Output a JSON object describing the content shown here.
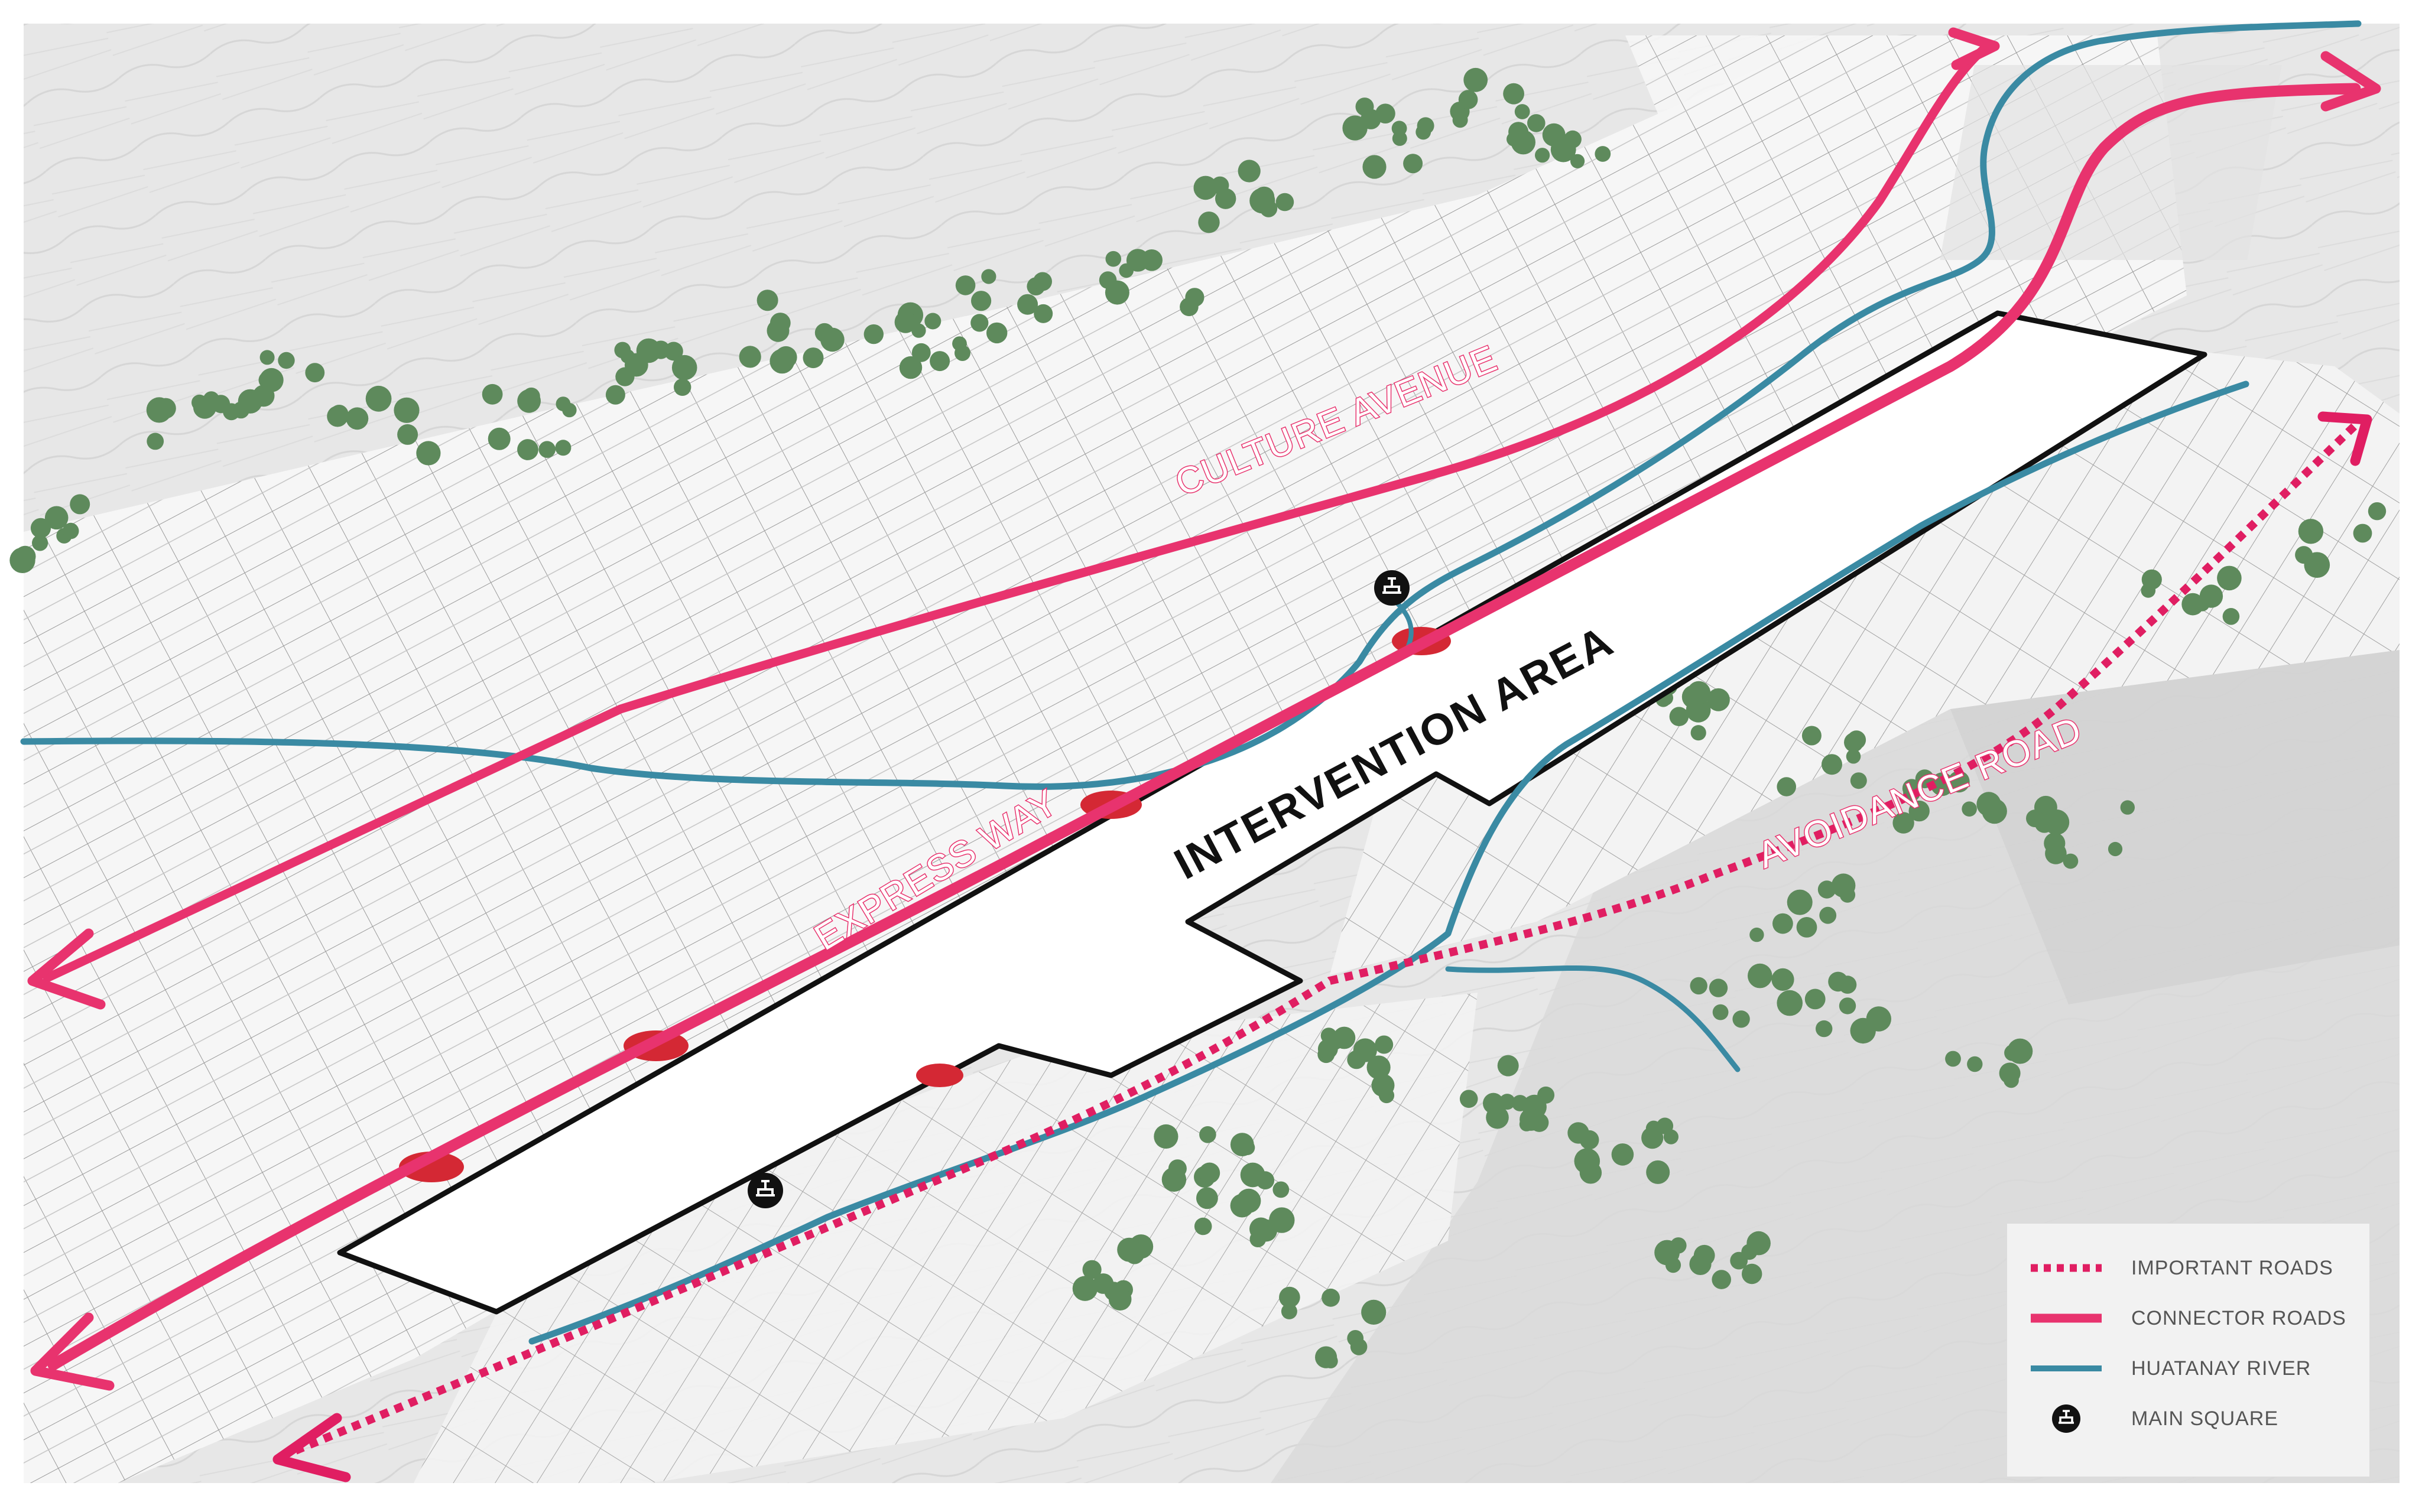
{
  "labels": {
    "culture_avenue": "CULTURE AVENUE",
    "express_way": "EXPRESS WAY",
    "avoidance_road": "AVOIDANCE ROAD",
    "intervention_area": "INTERVENTION AREA"
  },
  "legend": {
    "important_roads": "IMPORTANT ROADS",
    "connector_roads": "CONNECTOR ROADS",
    "huatanay_river": "HUATANAY RIVER",
    "main_square": "MAIN SQUARE"
  },
  "colors": {
    "connector_road": "#e8336e",
    "important_road": "#e01e62",
    "river": "#3a8aa3",
    "trees": "#5e8a5c",
    "intervention_outline": "#111111",
    "terrain": "#e4e4e4",
    "city_blocks": "#f4f4f4",
    "station_marks": "#d42834"
  },
  "icons": {
    "main_square": "fountain-icon",
    "road_end": "arrowhead-icon"
  }
}
